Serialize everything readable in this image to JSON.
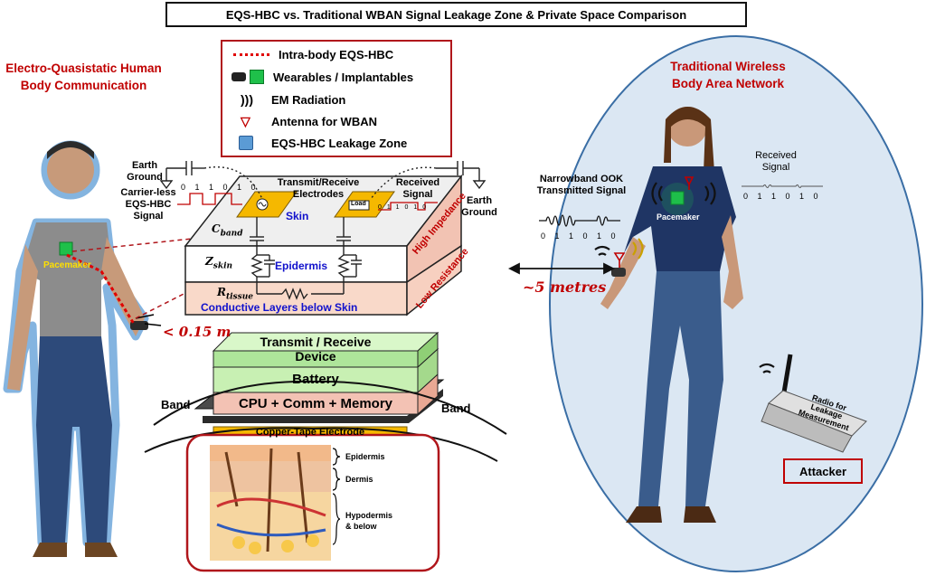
{
  "title": "EQS-HBC vs. Traditional WBAN Signal Leakage Zone & Private Space Comparison",
  "left_heading": [
    "Electro-Quasistatic Human",
    "Body Communication"
  ],
  "right_heading": [
    "Traditional Wireless",
    "Body Area Network"
  ],
  "legend": {
    "items": [
      "Intra-body  EQS-HBC",
      "Wearables / Implantables",
      "EM Radiation",
      "Antenna for WBAN",
      "EQS-HBC Leakage Zone"
    ]
  },
  "left_labels": {
    "earth_ground": [
      "Earth",
      "Ground"
    ],
    "signal_label": [
      "Carrier-less",
      "EQS-HBC",
      "Signal"
    ],
    "bits": "0 1 1 0 1 0",
    "pacemaker": "Pacemaker",
    "distance": "< 0.15 m"
  },
  "cross_section": {
    "tx_rx": [
      "Transmit/Receive",
      "Electrodes"
    ],
    "received": [
      "Received",
      "Signal"
    ],
    "earth_ground_right": [
      "Earth",
      "Ground"
    ],
    "skin": "Skin",
    "epidermis": "Epidermis",
    "conductive": "Conductive Layers below Skin",
    "high_impedance": "High Impedance",
    "low_resistance": "Low Resistance",
    "c_band": "C",
    "c_band_sub": "band",
    "z_skin": "Z",
    "z_skin_sub": "skin",
    "r_tissue": "R",
    "r_tissue_sub": "tissue",
    "load": "Load",
    "rx_bits": "0 1 1 0 1 0"
  },
  "device": {
    "tx_rx": [
      "Transmit / Receive",
      "Device"
    ],
    "battery": "Battery",
    "cpu": "CPU + Comm + Memory",
    "copper": "Copper-Tape Electrode",
    "band_left": "Band",
    "band_right": "Band",
    "skin_layers": [
      "Epidermis",
      "Dermis",
      "Hypodermis",
      "& below"
    ]
  },
  "right_labels": {
    "narrowband": [
      "Narrowband OOK",
      "Transmitted Signal"
    ],
    "received": [
      "Received",
      "Signal"
    ],
    "tx_bits": "0 1 1 0 1 0",
    "rx_bits": "0 1 1 0 1 0",
    "pacemaker": "Pacemaker",
    "distance": "~5 metres",
    "radio": [
      "Radio for",
      "Leakage",
      "Measurement"
    ],
    "attacker": "Attacker"
  },
  "colors": {
    "accent_red": "#c00000",
    "leakage_blue": "#5b9bd5",
    "zone_fill": "#dbe7f3",
    "device_green": "#aee59a",
    "device_pink": "#f2c3b3",
    "copper": "#f5b800"
  }
}
